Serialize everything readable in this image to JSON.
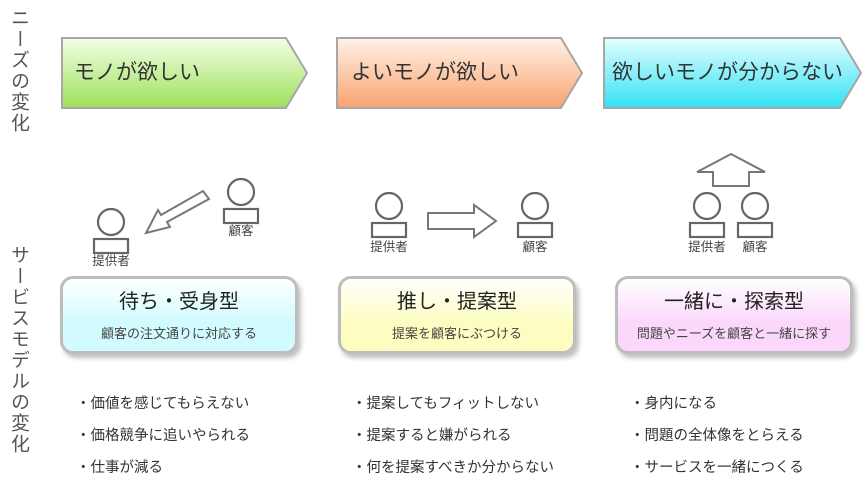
{
  "left_labels": {
    "needs_change": "ニーズの変化",
    "service_model_change": "サービスモデルの変化"
  },
  "stages": [
    {
      "need": "モノが欲しい",
      "provider_label": "提供者",
      "customer_label": "顧客",
      "model_title": "待ち・受身型",
      "model_desc": "顧客の注文通りに対応する",
      "bullets": [
        "価値を感じてもらえない",
        "価格競争に追いやられる",
        "仕事が減る"
      ],
      "colors": {
        "chevron_light": "#f2ffe6",
        "chevron_dark": "#9ee05a",
        "box_fill": "#d2fbff"
      }
    },
    {
      "need": "よいモノが欲しい",
      "provider_label": "提供者",
      "customer_label": "顧客",
      "model_title": "推し・提案型",
      "model_desc": "提案を顧客にぶつける",
      "bullets": [
        "提案してもフィットしない",
        "提案すると嫌がられる",
        "何を提案すべきか分からない"
      ],
      "colors": {
        "chevron_light": "#fff2e8",
        "chevron_dark": "#f9a370",
        "box_fill": "#fdfdc2"
      }
    },
    {
      "need": "欲しいモノが分からない",
      "provider_label": "提供者",
      "customer_label": "顧客",
      "model_title": "一緒に・探索型",
      "model_desc": "問題やニーズを顧客と一緒に探す",
      "bullets": [
        "身内になる",
        "問題の全体像をとらえる",
        "サービスを一緒につくる"
      ],
      "colors": {
        "chevron_light": "#e5feff",
        "chevron_dark": "#30e2f2",
        "box_fill": "#fbd8fb"
      }
    }
  ]
}
